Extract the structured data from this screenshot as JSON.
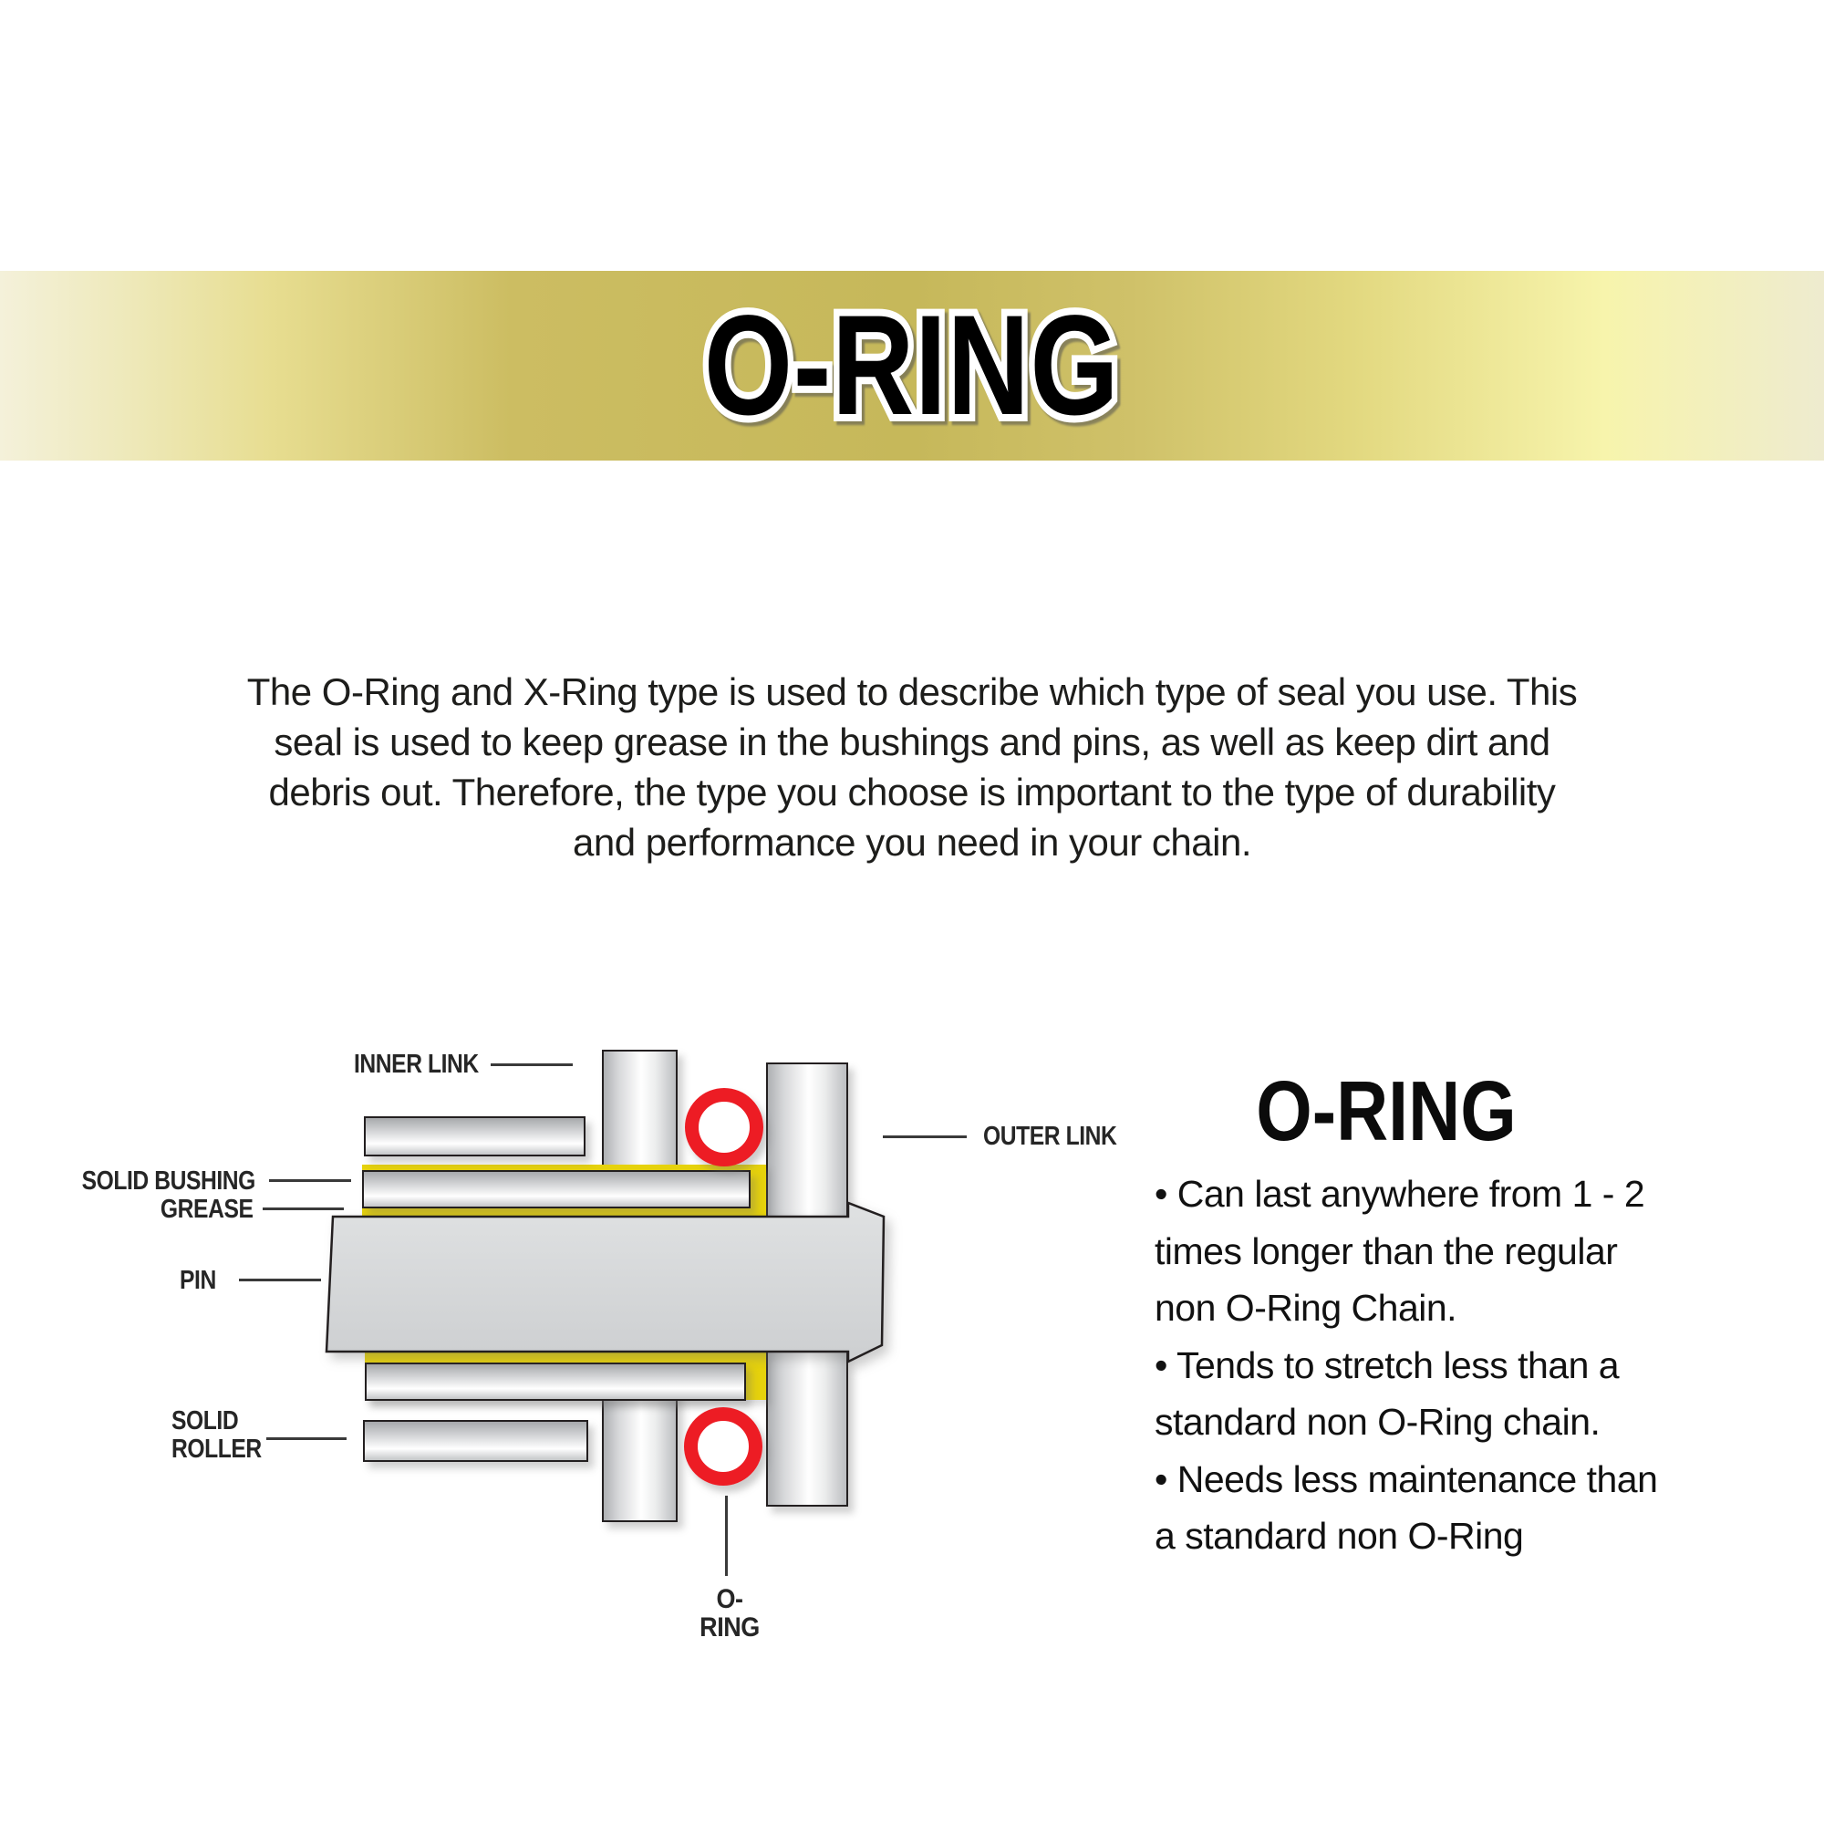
{
  "banner": {
    "title": "O-RING",
    "gradient_gold": [
      "#f4f1da",
      "#c6b85a",
      "#f7f4ac"
    ]
  },
  "intro": {
    "text": "The O-Ring and X-Ring type is used to describe which type of seal you use. This\nseal is used to keep grease in the bushings and pins, as well as keep dirt and\ndebris out. Therefore, the type you choose is important to the type of durability\nand performance you need in your chain."
  },
  "diagram": {
    "labels": {
      "inner_link": "INNER LINK",
      "outer_link": "OUTER LINK",
      "solid_bushing": "SOLID BUSHING",
      "grease": "GREASE",
      "pin": "PIN",
      "solid_roller": "SOLID\nROLLER",
      "o_ring": "O-RING"
    },
    "colors": {
      "grease_yellow": "#e6d20c",
      "o_ring_red": "#ed1c24",
      "metal_outline": "#231f20",
      "metal_gray": "#d2d4d5"
    }
  },
  "panel": {
    "heading": "O-RING",
    "bullets": [
      "• Can last anywhere from 1 - 2\ntimes longer than the regular\nnon O-Ring Chain.",
      "• Tends to stretch less than a\nstandard non O-Ring chain.",
      "• Needs less maintenance than\na standard non O-Ring"
    ]
  }
}
